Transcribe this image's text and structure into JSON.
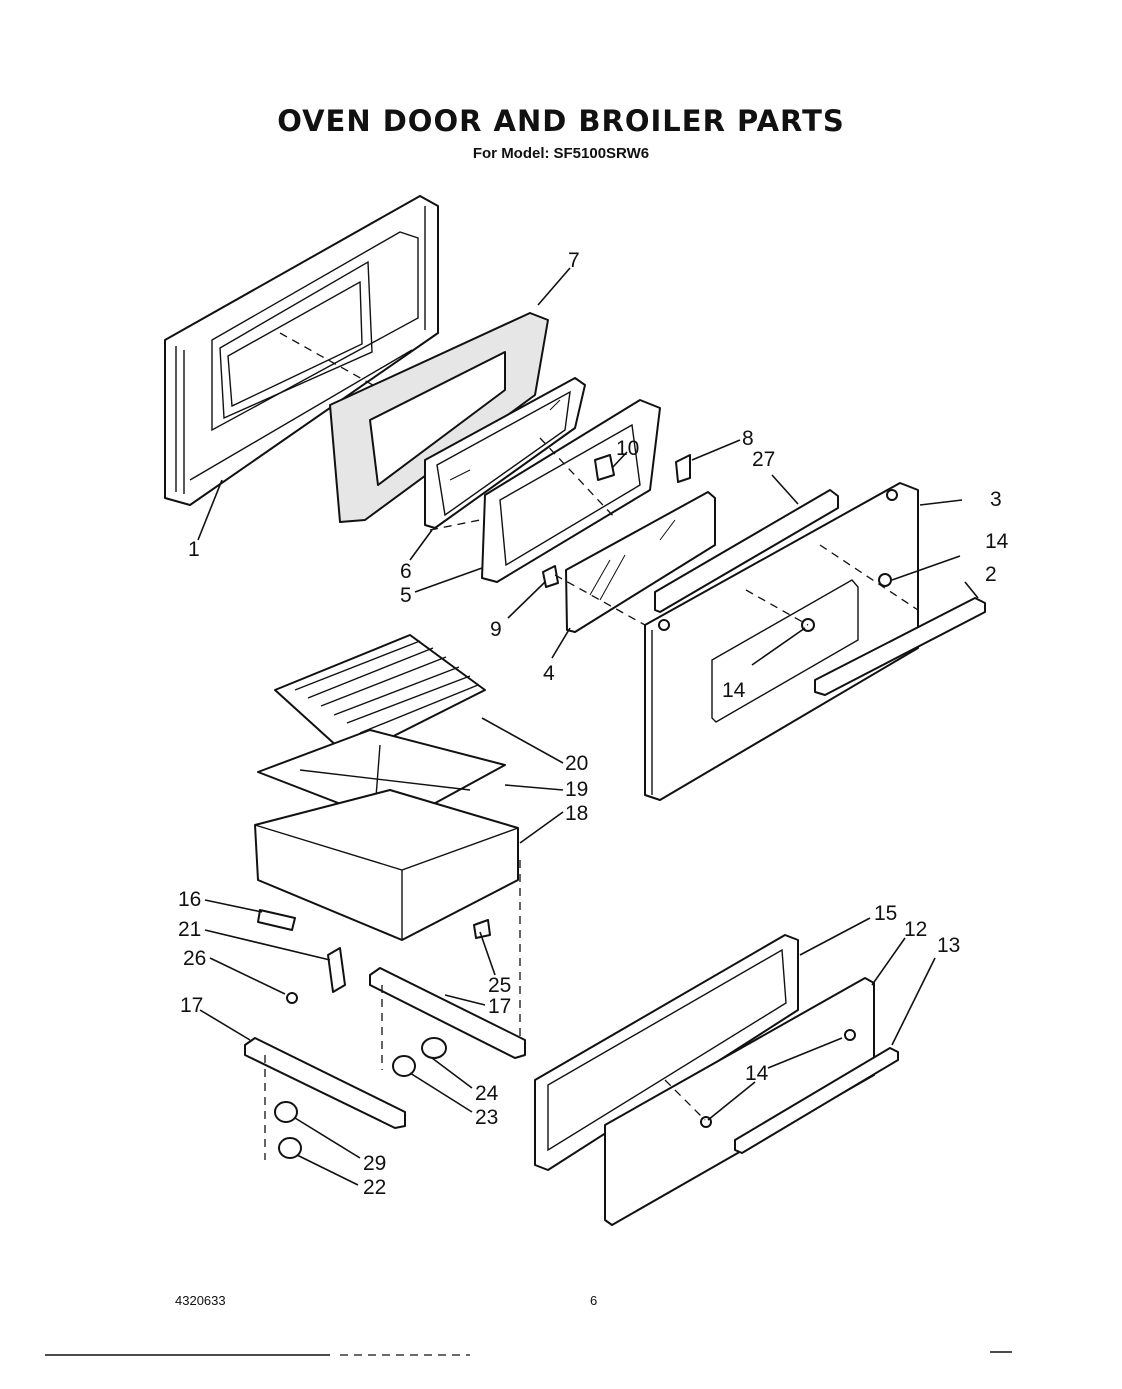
{
  "header": {
    "title": "OVEN DOOR AND BROILER PARTS",
    "subtitle_prefix": "For Model:",
    "model": "SF5100SRW6"
  },
  "footer": {
    "document_number": "4320633",
    "page_number": "6"
  },
  "callouts": [
    {
      "id": "c1",
      "label": "1"
    },
    {
      "id": "c7",
      "label": "7"
    },
    {
      "id": "c6",
      "label": "6"
    },
    {
      "id": "c5",
      "label": "5"
    },
    {
      "id": "c10",
      "label": "10"
    },
    {
      "id": "c8",
      "label": "8"
    },
    {
      "id": "c27",
      "label": "27"
    },
    {
      "id": "c3",
      "label": "3"
    },
    {
      "id": "c14a",
      "label": "14"
    },
    {
      "id": "c2",
      "label": "2"
    },
    {
      "id": "c9",
      "label": "9"
    },
    {
      "id": "c4",
      "label": "4"
    },
    {
      "id": "c14b",
      "label": "14"
    },
    {
      "id": "c20",
      "label": "20"
    },
    {
      "id": "c19",
      "label": "19"
    },
    {
      "id": "c18",
      "label": "18"
    },
    {
      "id": "c16",
      "label": "16"
    },
    {
      "id": "c21",
      "label": "21"
    },
    {
      "id": "c26",
      "label": "26"
    },
    {
      "id": "c25",
      "label": "25"
    },
    {
      "id": "c17a",
      "label": "17"
    },
    {
      "id": "c17b",
      "label": "17"
    },
    {
      "id": "c24",
      "label": "24"
    },
    {
      "id": "c23",
      "label": "23"
    },
    {
      "id": "c29",
      "label": "29"
    },
    {
      "id": "c22",
      "label": "22"
    },
    {
      "id": "c15",
      "label": "15"
    },
    {
      "id": "c12",
      "label": "12"
    },
    {
      "id": "c13",
      "label": "13"
    },
    {
      "id": "c14c",
      "label": "14"
    }
  ]
}
